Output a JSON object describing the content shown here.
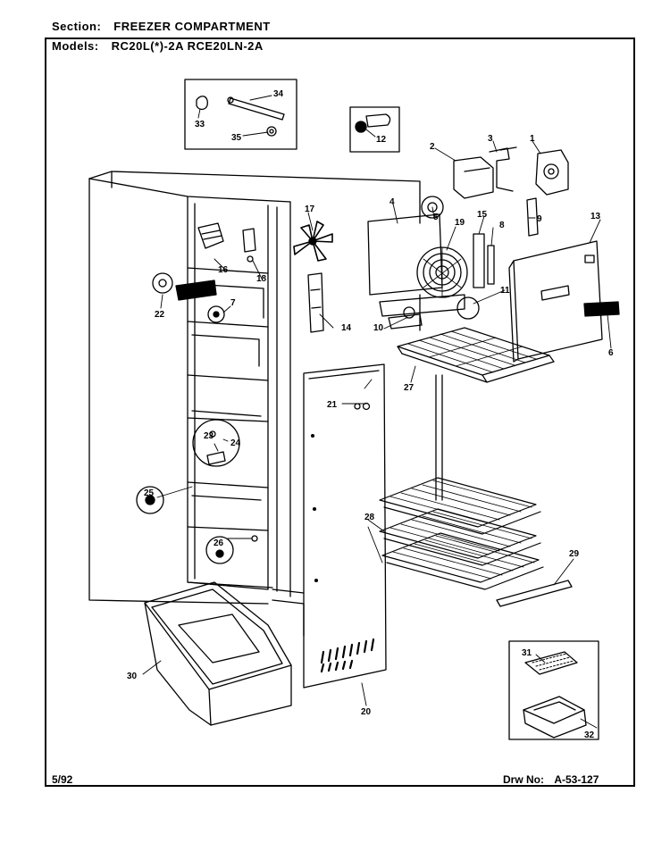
{
  "header": {
    "section_label": "Section:",
    "section_value": "FREEZER COMPARTMENT",
    "models_label": "Models:",
    "models_value": "RC20L(*)-2A    RCE20LN-2A"
  },
  "footer": {
    "date": "5/92",
    "drawing_label": "Drw No:",
    "drawing_number": "A-53-127"
  },
  "callouts": {
    "c1": "1",
    "c2": "2",
    "c3": "3",
    "c4": "4",
    "c5": "5",
    "c6": "6",
    "c7": "7",
    "c8": "8",
    "c9": "9",
    "c10": "10",
    "c11": "11",
    "c12": "12",
    "c13": "13",
    "c14": "14",
    "c15": "15",
    "c16": "16",
    "c17": "17",
    "c18": "18",
    "c19": "19",
    "c20": "20",
    "c21": "21",
    "c22": "22",
    "c23": "23",
    "c24": "24",
    "c25": "25",
    "c26": "26",
    "c27": "27",
    "c28": "28",
    "c29": "29",
    "c30": "30",
    "c31": "31",
    "c32": "32",
    "c33": "33",
    "c34": "34",
    "c35": "35"
  }
}
